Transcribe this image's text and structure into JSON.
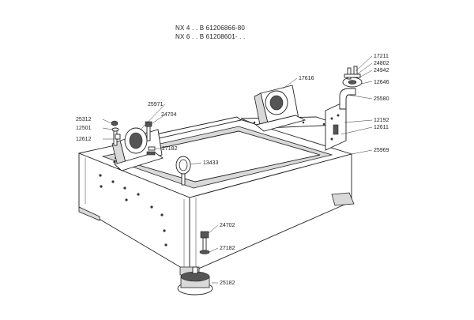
{
  "header": {
    "line1": "NX 4 . . B 61206866-80",
    "line2": "NX 6 . . B 61208601- . ."
  },
  "part_numbers": {
    "p17211": "17211",
    "p24802": "24802",
    "p24942": "24942",
    "p17616": "17616",
    "p12646": "12646",
    "p25580": "25580",
    "p25971": "25971",
    "p24704": "24704",
    "p25312": "25312",
    "p12501": "12501",
    "p12612": "12612",
    "p27182a": "27182",
    "p13433": "13433",
    "p12192": "12192",
    "p12611": "12611",
    "p25969": "25969",
    "p24702": "24702",
    "p27182b": "27182",
    "p25182": "25182"
  }
}
